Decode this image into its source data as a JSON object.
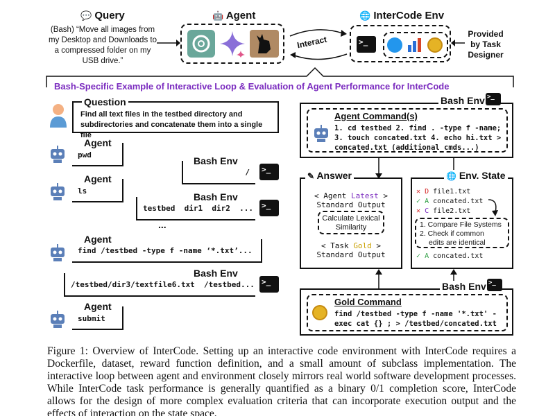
{
  "top": {
    "query_title": "Query",
    "query_text": "(Bash) “Move all images from my Desktop and Downloads to a compressed folder on my USB drive.”",
    "agent_title": "Agent",
    "env_title": "InterCode Env",
    "interact_label": "Interact",
    "provided_text": "Provided by Task Designer"
  },
  "banner": "Bash-Specific Example of Interactive Loop & Evaluation of Agent Performance for InterCode",
  "left": {
    "question_title": "Question",
    "question_text": "Find all text files in the testbed directory and subdirectories and concatenate them into a single file",
    "agent_label": "Agent",
    "bash_label": "Bash Env",
    "cmd1": "pwd",
    "out1": "/",
    "cmd2": "ls",
    "out2": "testbed  dir1  dir2  ...",
    "ellipsis": "...",
    "cmd3": "find /testbed -type f -name ‘*.txt’...",
    "out3": "/testbed/dir3/textfile6.txt  /testbed...",
    "cmd4": "submit"
  },
  "right": {
    "bash_label": "Bash Env",
    "agent_cmds_title": "Agent Command(s)",
    "agent_cmds_line1": "1. cd testbed 2. find . -type f -name;",
    "agent_cmds_line2": "3. touch concated.txt 4. echo hi.txt >",
    "agent_cmds_line3": "concated.txt (additional cmds...)",
    "answer_title": "Answer",
    "answer_agent": "Agent",
    "answer_latest": "Latest",
    "answer_std1": "Standard Output",
    "lexical": "Calculate Lexical Similarity",
    "answer_task": "Task",
    "answer_gold": "Gold",
    "answer_std2": "Standard Output",
    "state_title": "Env. State",
    "state_rows": [
      {
        "mark": "✕",
        "code": "D",
        "file": "file1.txt"
      },
      {
        "mark": "✓",
        "code": "A",
        "file": "concated.txt"
      },
      {
        "mark": "✕",
        "code": "C",
        "file": "file2.txt"
      }
    ],
    "compare_line1": "1. Compare File Systems",
    "compare_line2": "2. Check if common",
    "compare_line3": "edits are identical",
    "state_final": {
      "mark": "✓",
      "code": "A",
      "file": "concated.txt"
    },
    "gold_bash_label": "Bash Env",
    "gold_title": "Gold Command",
    "gold_line1": "find /testbed -type f -name '*.txt' -",
    "gold_line2": "exec cat {} ; > /testbed/concated.txt"
  },
  "caption": "Figure 1: Overview of InterCode. Setting up an interactive code environment with InterCode requires a Dockerfile, dataset, reward function definition, and a small amount of subclass implementation. The interactive loop between agent and environment closely mirrors real world software development processes. While InterCode task performance is generally quantified as a binary 0/1 completion score, InterCode allows for the design of more complex evaluation criteria that can incorporate execution output and the effects of interaction on the state space.",
  "colors": {
    "purple": "#7b2cbf",
    "gold": "#c9a000",
    "green": "#2e9e44",
    "red": "#d62828",
    "orange": "#e07a1f"
  }
}
